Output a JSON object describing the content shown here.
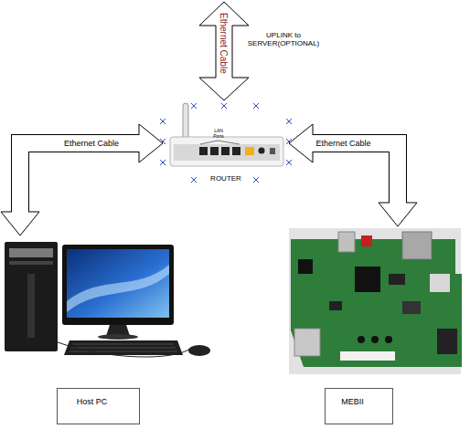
{
  "diagram": {
    "nodes": [
      {
        "text": [
          "LAN Ports",
          "ROUTER"
        ]
      },
      {
        "text": [
          "Host PC"
        ]
      },
      {
        "text": [
          "MEBII"
        ]
      }
    ],
    "edges": [
      {
        "from": 0,
        "to": 1,
        "arrow": "both",
        "label": "Ethernet Cable"
      },
      {
        "from": 0,
        "to": 2,
        "arrow": "both",
        "label": "Ethernet Cable"
      }
    ],
    "labels": [
      "Ethernet Cable",
      "UPLINK to SERVER(OPTIONAL)"
    ]
  }
}
